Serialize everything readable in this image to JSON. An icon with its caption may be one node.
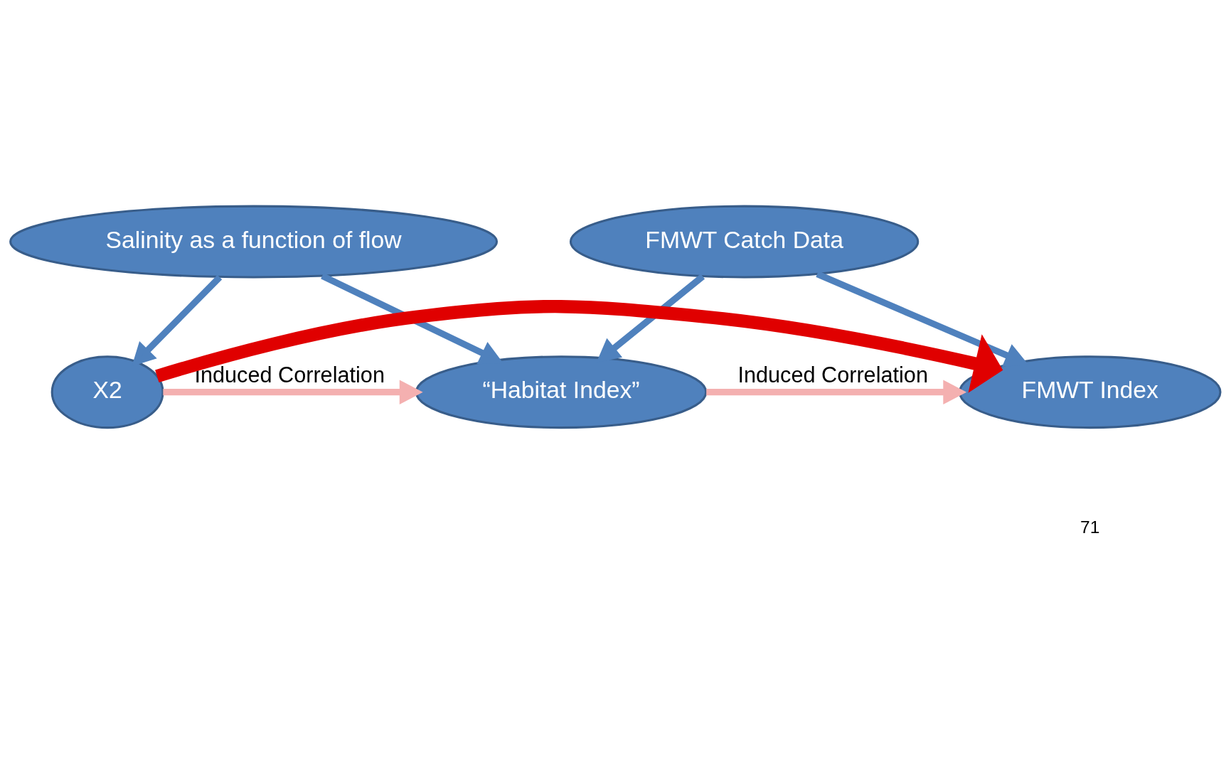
{
  "diagram": {
    "nodes": [
      {
        "text": [
          "Salinity as a function of flow"
        ]
      },
      {
        "text": [
          "FMWT Catch Data"
        ]
      },
      {
        "text": [
          "X2"
        ]
      },
      {
        "text": [
          "“Habitat Index”"
        ]
      },
      {
        "text": [
          "FMWT Index"
        ]
      }
    ],
    "edges": [
      {
        "from": 0,
        "to": 2,
        "arrow": "to"
      },
      {
        "from": 0,
        "to": 3,
        "arrow": "to"
      },
      {
        "from": 1,
        "to": 3,
        "arrow": "to"
      },
      {
        "from": 1,
        "to": 4,
        "arrow": "to"
      },
      {
        "from": 2,
        "to": 3,
        "arrow": "to",
        "label": "Induced Correlation",
        "color": "#f4b0b0"
      },
      {
        "from": 3,
        "to": 4,
        "arrow": "to",
        "label": "Induced Correlation",
        "color": "#f4b0b0"
      },
      {
        "from": 2,
        "to": 4,
        "arrow": "to",
        "style": "thick",
        "color": "#e00000"
      }
    ],
    "labels": [
      "71"
    ]
  }
}
